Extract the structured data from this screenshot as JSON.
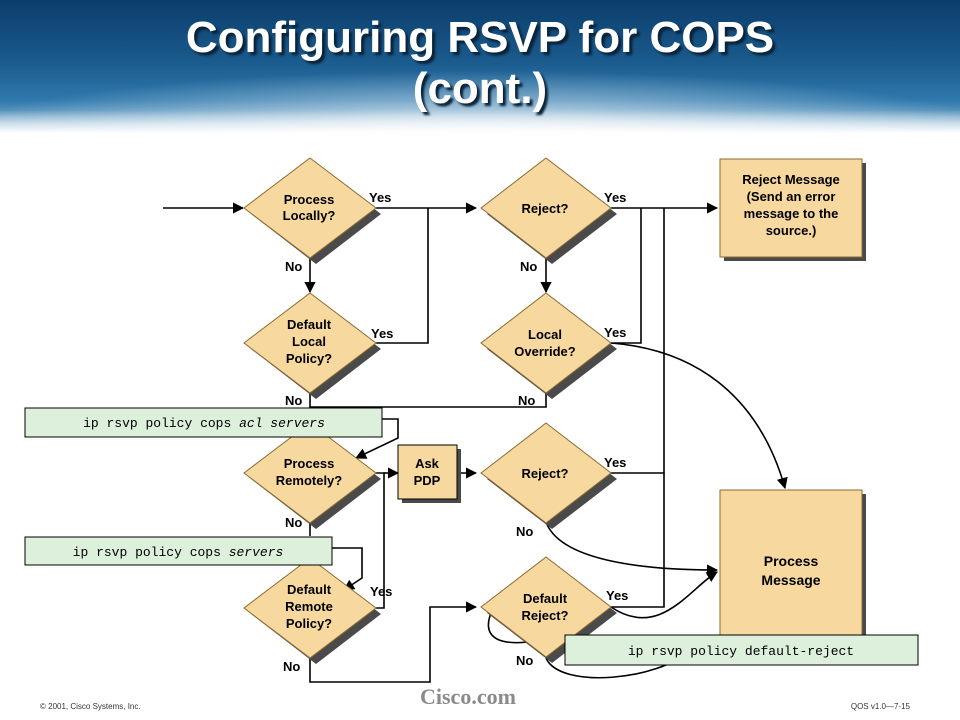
{
  "title": {
    "line1": "Configuring RSVP for COPS",
    "line2": "(cont.)"
  },
  "nodes": {
    "process_locally": [
      "Process",
      "Locally?"
    ],
    "default_local_policy": [
      "Default",
      "Local",
      "Policy?"
    ],
    "process_remotely": [
      "Process",
      "Remotely?"
    ],
    "default_remote_policy": [
      "Default",
      "Remote",
      "Policy?"
    ],
    "reject_1": [
      "Reject?"
    ],
    "local_override": [
      "Local",
      "Override?"
    ],
    "reject_2": [
      "Reject?"
    ],
    "default_reject": [
      "Default",
      "Reject?"
    ],
    "ask_pdp": [
      "Ask",
      "PDP"
    ],
    "reject_message": [
      "Reject Message",
      "(Send an error",
      "message to the",
      "source.)"
    ],
    "process_message": [
      "Process",
      "Message"
    ]
  },
  "edge_labels": {
    "yes": "Yes",
    "no": "No"
  },
  "commands": {
    "acl_prefix": "ip rsvp policy cops ",
    "acl_arg": "acl servers",
    "servers_prefix": "ip rsvp policy cops ",
    "servers_arg": "servers",
    "default_reject": "ip rsvp policy default-reject"
  },
  "footer": {
    "copyright": "© 2001, Cisco Systems, Inc.",
    "brand": "Cisco.com",
    "course": "QOS v1.0—7-15"
  },
  "colors": {
    "node_fill": "#f7d9a0",
    "node_shadow": "#4a4a4a",
    "command_fill": "#dcf0dc",
    "header_blue": "#1a5a8c"
  }
}
